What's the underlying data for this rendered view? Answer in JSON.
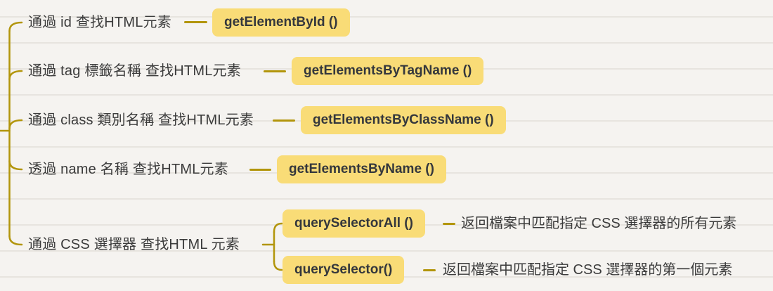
{
  "title": "DOM 查找 HTML 元素方法 mind map",
  "colors": {
    "background": "#f5f3f0",
    "line": "#b2950b",
    "chip_background": "#f9dc77",
    "chip_text": "#34373c",
    "label_text": "#3b3b3b"
  },
  "branches": [
    {
      "label": "通過 id 查找HTML元素",
      "method": "getElementById ()"
    },
    {
      "label": "通過 tag 標籤名稱 查找HTML元素",
      "method": "getElementsByTagName ()"
    },
    {
      "label": "通過 class 類別名稱 查找HTML元素",
      "method": "getElementsByClassName ()"
    },
    {
      "label": "透過 name 名稱 查找HTML元素",
      "method": "getElementsByName ()"
    },
    {
      "label": "通過 CSS 選擇器 查找HTML 元素",
      "children": [
        {
          "method": "querySelectorAll ()",
          "description": "返回檔案中匹配指定 CSS 選擇器的所有元素"
        },
        {
          "method": "querySelector()",
          "description": "返回檔案中匹配指定 CSS 選擇器的第一個元素"
        }
      ]
    }
  ]
}
